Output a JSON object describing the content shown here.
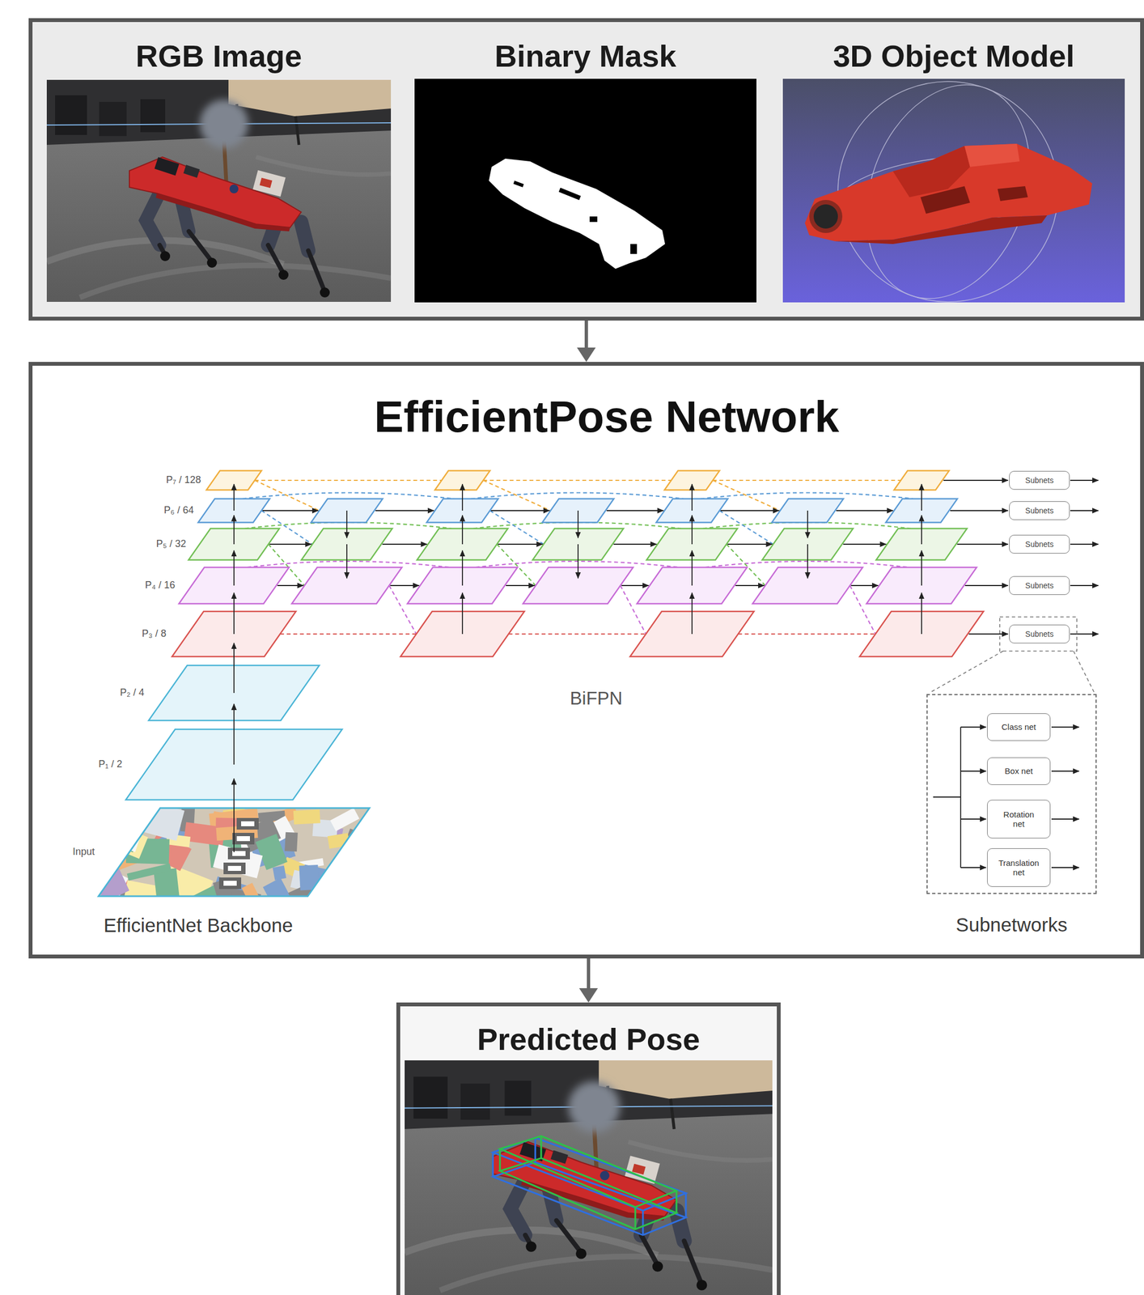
{
  "diagram": {
    "nodes": [
      {
        "text": []
      },
      {
        "text": [
          "RGB Image"
        ],
        "in": 0
      },
      {
        "text": [
          "Binary Mask"
        ],
        "in": 0
      },
      {
        "text": [
          "3D Object Model"
        ],
        "in": 0
      },
      {
        "text": [
          "EfficientPose Network"
        ]
      },
      {
        "text": [
          "Subnets"
        ],
        "in": 4
      },
      {
        "text": [
          "Subnets"
        ],
        "in": 4
      },
      {
        "text": [
          "Subnets"
        ],
        "in": 4
      },
      {
        "text": [
          "Subnets"
        ],
        "in": 4
      },
      {
        "text": [
          "Subnets"
        ],
        "in": 4
      },
      {
        "text": [
          "Subnetworks"
        ],
        "in": 4
      },
      {
        "text": [
          "Class net"
        ],
        "in": 10
      },
      {
        "text": [
          "Box net"
        ],
        "in": 10
      },
      {
        "text": [
          "Rotation net"
        ],
        "in": 10
      },
      {
        "text": [
          "Translation net"
        ],
        "in": 10
      },
      {
        "text": [
          "Predicted Pose"
        ]
      }
    ],
    "edges": [
      {
        "from": 0,
        "to": 4,
        "arrow": "to"
      },
      {
        "from": 4,
        "to": 15,
        "arrow": "to"
      }
    ],
    "labels": [
      "P₇ / 128",
      "P₆ / 64",
      "P₅ / 32",
      "P₄ / 16",
      "P₃ / 8",
      "P₂ / 4",
      "P₁ / 2",
      "Input",
      "BiFPN",
      "EfficientNet Backbone"
    ]
  }
}
